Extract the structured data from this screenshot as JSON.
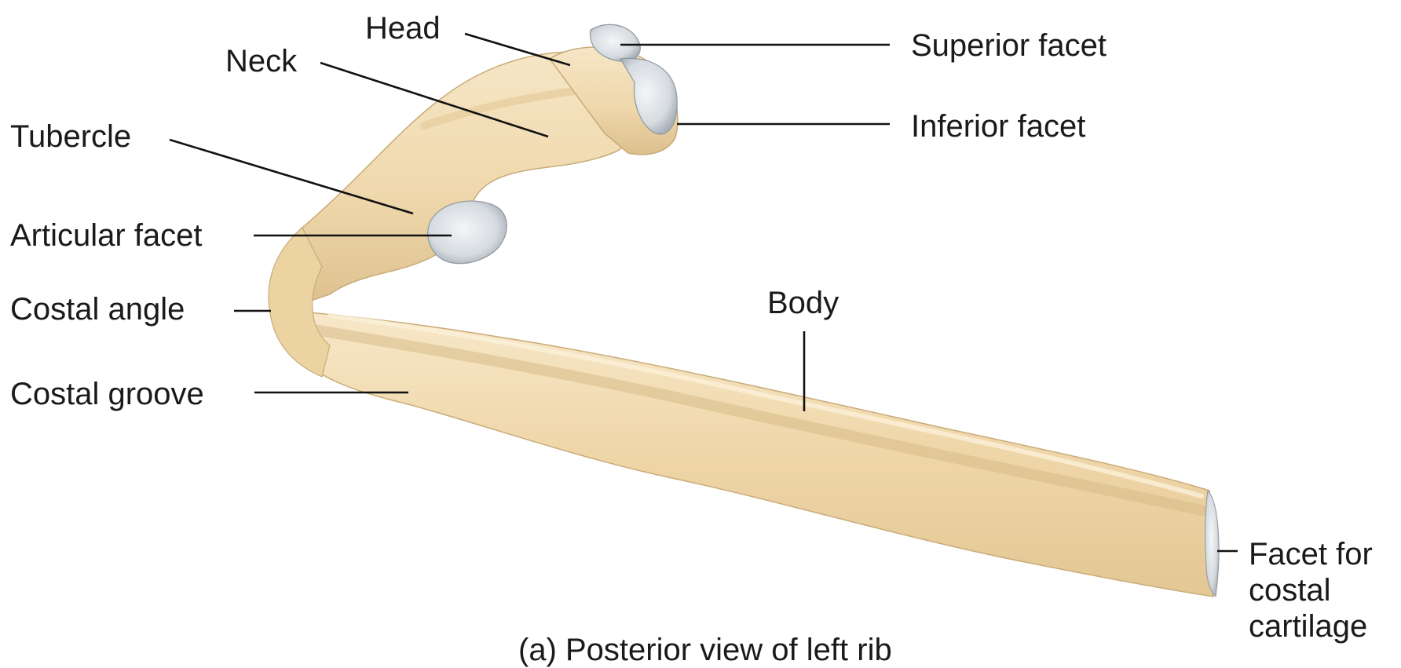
{
  "labels": {
    "head": "Head",
    "neck": "Neck",
    "tubercle": "Tubercle",
    "articular_facet": "Articular facet",
    "costal_angle": "Costal angle",
    "costal_groove": "Costal groove",
    "superior_facet": "Superior facet",
    "inferior_facet": "Inferior facet",
    "body": "Body",
    "facet_for_costal_cartilage": "Facet for costal cartilage"
  },
  "caption": "(a) Posterior view of left rib",
  "colors": {
    "bone": "#f1dcb4",
    "bone_shadow": "#dcc08e",
    "cartilage": "#d6dbe0",
    "leader": "#111111"
  }
}
